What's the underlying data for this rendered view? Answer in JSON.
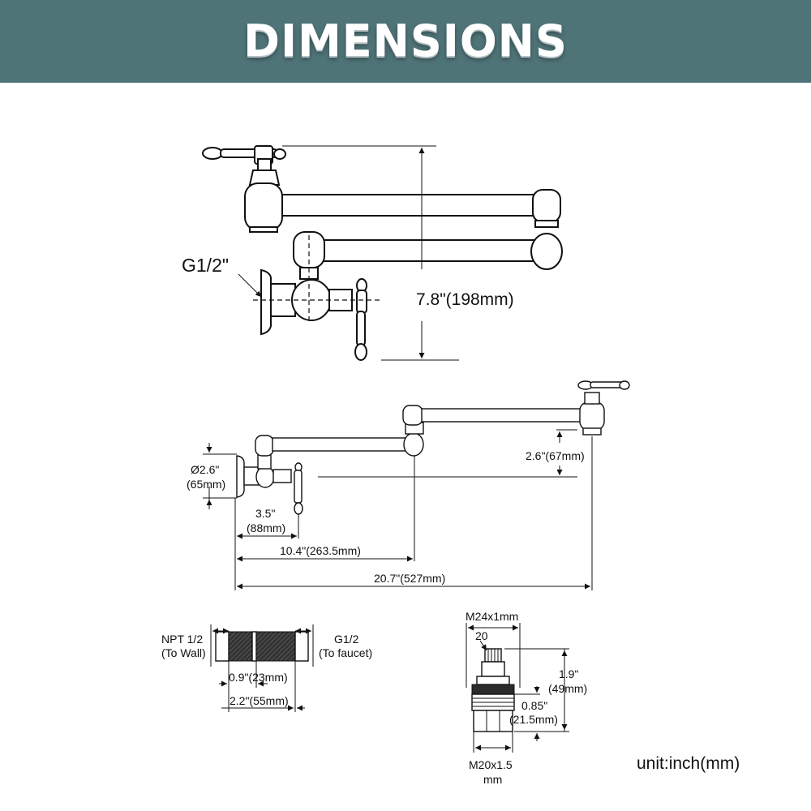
{
  "header": {
    "title": "DIMENSIONS"
  },
  "front_view": {
    "inlet_label": "G1/2\"",
    "height_label": "7.8\"(198mm)"
  },
  "top_view": {
    "diameter_label_1": "Ø2.6\"",
    "diameter_label_2": "(65mm)",
    "offset_label": "2.6\"(67mm)",
    "reach_1_label_1": "3.5\"",
    "reach_1_label_2": "(88mm)",
    "reach_2_label": "10.4\"(263.5mm)",
    "reach_3_label": "20.7\"(527mm)"
  },
  "adapter": {
    "left_label_1": "NPT 1/2",
    "left_label_2": "(To Wall)",
    "right_label_1": "G1/2",
    "right_label_2": "(To faucet)",
    "inner_label": "0.9\"(23mm)",
    "outer_label": "2.2\"(55mm)"
  },
  "cartridge": {
    "top_label": "M24x1mm",
    "spline_label": "20",
    "height_label_1": "1.9\"",
    "height_label_2": "(49mm)",
    "thread_label_1": "0.85\"",
    "thread_label_2": "(21.5mm)",
    "bottom_label_1": "M20x1.5",
    "bottom_label_2": "mm"
  },
  "footer": {
    "unit_label": "unit:inch(mm)"
  }
}
